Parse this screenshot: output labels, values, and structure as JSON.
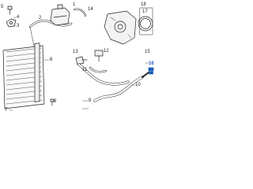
{
  "colors": {
    "line": "#222222",
    "highlight": "#1a5fb4",
    "background": "#ffffff"
  },
  "callouts": {
    "c1": "1",
    "c2": "2",
    "c3": "3",
    "c4": "4",
    "c5": "5",
    "c6": "6",
    "c7": "7",
    "c8": "8",
    "c9": "9",
    "c10": "10",
    "c11": "11",
    "c12": "12",
    "c13": "13",
    "c14": "14",
    "c15": "15",
    "c16": "16",
    "c17": "17",
    "c18": "18"
  },
  "highlighted_part": "16",
  "icons": [
    "bolt-icon",
    "clip-icon",
    "hose-clamp-icon"
  ]
}
